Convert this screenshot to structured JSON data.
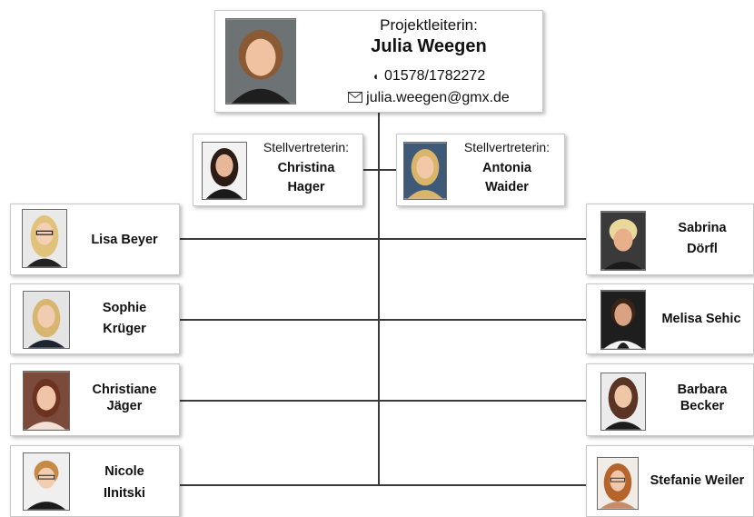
{
  "colors": {
    "connector": "#3a3a3a",
    "card_border": "#c8c8c8"
  },
  "leader": {
    "role": "Projektleiterin:",
    "name": "Julia Weegen",
    "phone_icon": "phone-icon",
    "phone": "01578/1782272",
    "email_icon": "envelope-icon",
    "email": "julia.weegen@gmx.de"
  },
  "deputies": [
    {
      "role": "Stellvertreterin:",
      "name_line1": "Christina",
      "name_line2": "Hager"
    },
    {
      "role": "Stellvertreterin:",
      "name_line1": "Antonia",
      "name_line2": "Waider"
    }
  ],
  "left_members": [
    {
      "line1": "Lisa Beyer",
      "line2": ""
    },
    {
      "line1": "Sophie",
      "line2": "Krüger"
    },
    {
      "line1": "Christiane",
      "line2": "Jäger"
    },
    {
      "line1": "Nicole",
      "line2": "Ilnitski"
    }
  ],
  "right_members": [
    {
      "line1": "Sabrina",
      "line2": "Dörfl"
    },
    {
      "line1": "Melisa Sehic",
      "line2": ""
    },
    {
      "line1": "Barbara",
      "line2": "Becker"
    },
    {
      "line1": "Stefanie Weiler",
      "line2": ""
    }
  ]
}
